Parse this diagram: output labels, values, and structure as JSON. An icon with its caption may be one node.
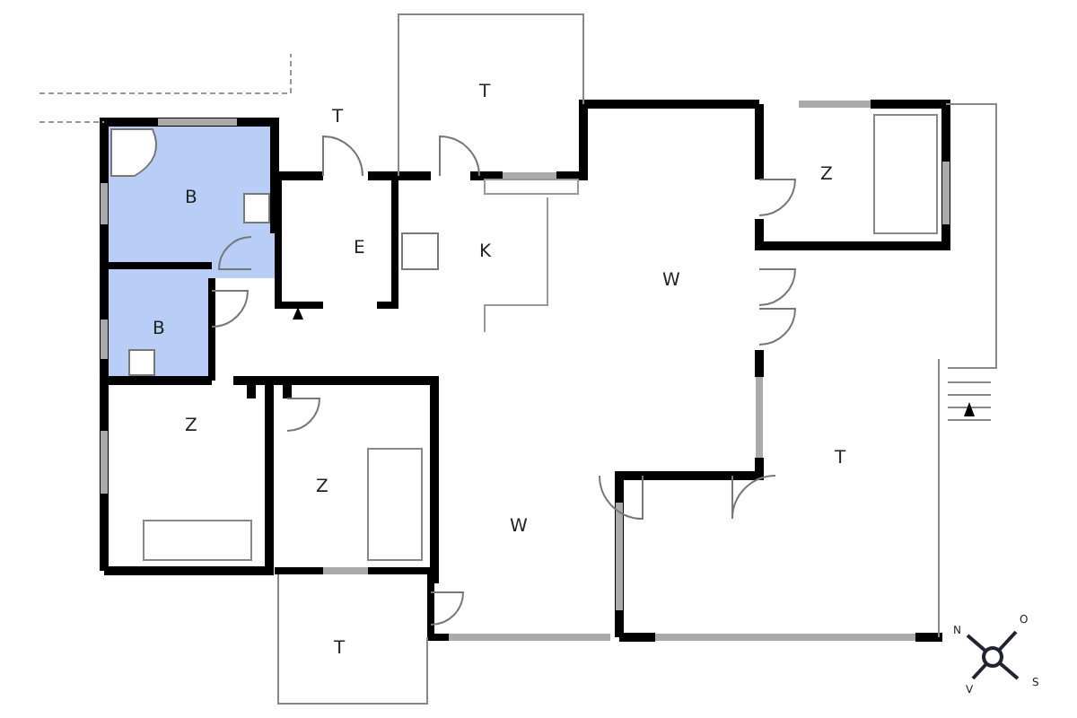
{
  "diagram": {
    "nodes": [
      {
        "text": [
          "T"
        ]
      },
      {
        "text": [
          "T"
        ]
      },
      {
        "text": [
          "Z"
        ]
      },
      {
        "text": [
          "B"
        ]
      },
      {
        "text": [
          "E"
        ]
      },
      {
        "text": [
          "K"
        ]
      },
      {
        "text": [
          "W"
        ]
      },
      {
        "text": [
          "B"
        ]
      },
      {
        "text": [
          "Z"
        ]
      },
      {
        "text": [
          "Z"
        ]
      },
      {
        "text": [
          "T"
        ]
      },
      {
        "text": [
          "W"
        ]
      },
      {
        "text": [
          "T"
        ]
      }
    ],
    "labels": [
      "N",
      "O",
      "S",
      "V"
    ]
  }
}
